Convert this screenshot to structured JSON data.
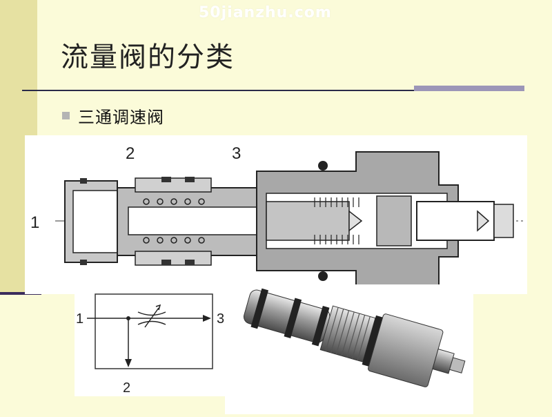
{
  "watermark": "50jianzhu.com",
  "title": "流量阀的分类",
  "bullet": "三通调速阀",
  "section_view": {
    "port_labels": [
      "1",
      "2",
      "3"
    ]
  },
  "symbol": {
    "label_in": "1",
    "label_out": "3",
    "label_down": "2"
  },
  "photo": {
    "icon": "cartridge-valve-photo"
  },
  "colors": {
    "background": "#fbfbd9",
    "band": "#e6e1a2",
    "rule": "#2a2a48",
    "accent": "#9c96b8",
    "metal_gray": "#a8a8a8"
  }
}
